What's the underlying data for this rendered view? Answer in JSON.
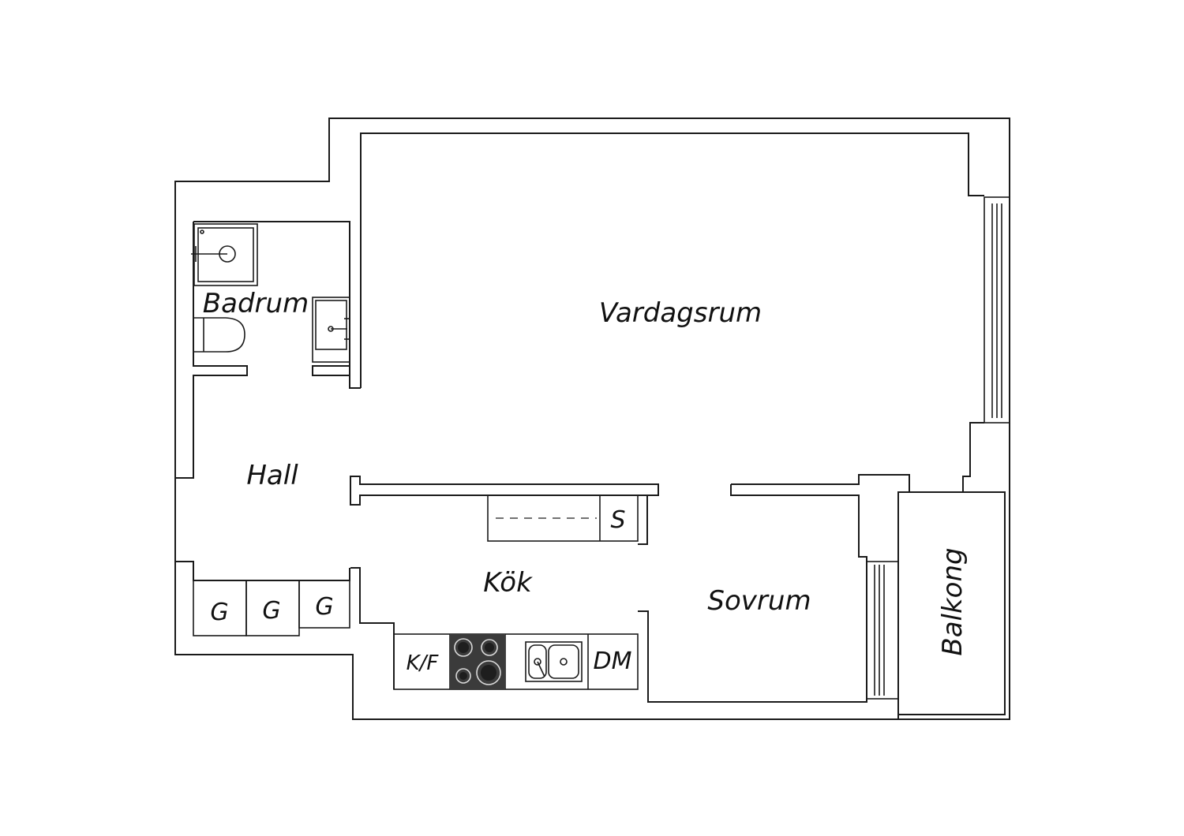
{
  "rooms": {
    "vardagsrum": "Vardagsrum",
    "badrum": "Badrum",
    "hall": "Hall",
    "kok": "Kök",
    "sovrum": "Sovrum",
    "balkong": "Balkong"
  },
  "fixtures": {
    "wardrobe": "G",
    "cabinet": "S",
    "fridge_freezer": "K/F",
    "dishwasher": "DM"
  },
  "colors": {
    "line": "#1a1a1a",
    "stove": "#3b3b3b"
  }
}
